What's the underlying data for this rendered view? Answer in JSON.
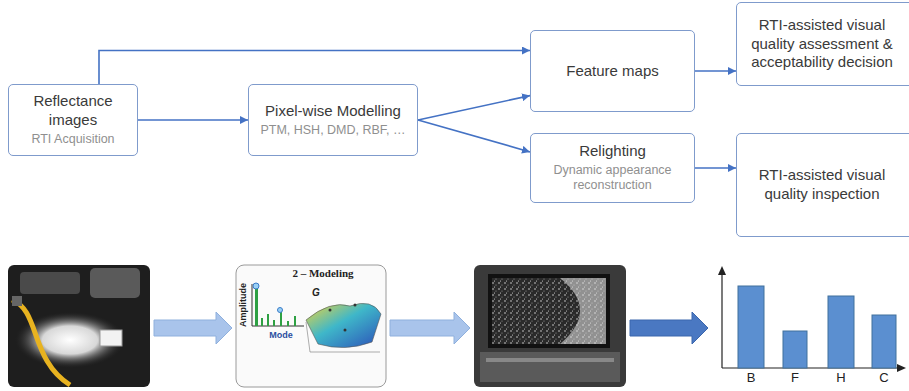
{
  "diagram": {
    "nodes": [
      {
        "text": [
          "Reflectance  images",
          "RTI Acquisition"
        ]
      },
      {
        "text": [
          "Pixel-wise Modelling",
          "PTM, HSH, DMD, RBF, …"
        ]
      },
      {
        "text": [
          "Feature maps"
        ]
      },
      {
        "text": [
          "RTI-assisted visual quality assessment & acceptability decision"
        ]
      },
      {
        "text": [
          "Relighting",
          "Dynamic appearance reconstruction"
        ]
      },
      {
        "text": [
          "RTI-assisted visual quality inspection"
        ]
      }
    ],
    "edges": [
      {
        "from": 0,
        "to": 2,
        "arrow": "to"
      },
      {
        "from": 0,
        "to": 1,
        "arrow": "to"
      },
      {
        "from": 1,
        "to": 2,
        "arrow": "to"
      },
      {
        "from": 1,
        "to": 4,
        "arrow": "to"
      },
      {
        "from": 2,
        "to": 3,
        "arrow": "to"
      },
      {
        "from": 4,
        "to": 5,
        "arrow": "to"
      }
    ],
    "labels": [
      "2 – Modeling",
      "Amplitude",
      "Mode",
      "G",
      "B",
      "F",
      "H",
      "C"
    ]
  }
}
